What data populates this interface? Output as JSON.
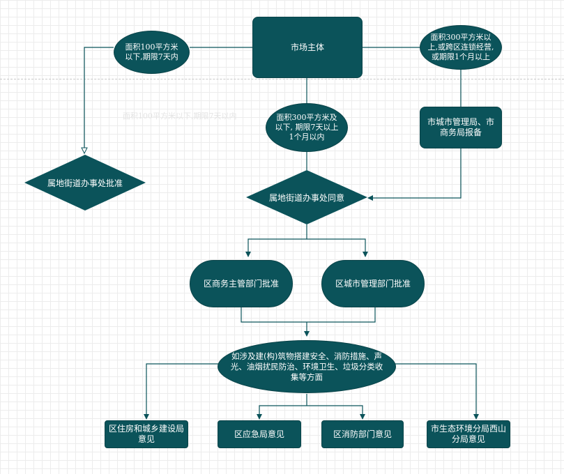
{
  "nodes": {
    "market_entity": "市场主体",
    "small_area": "面积100平方米以下,期限7天内",
    "large_area": "面积300平方米以上,或跨区连锁经营,或期限1个月以上",
    "mid_area": "面积300平方米及以下, 期限7天以上1个月以内",
    "city_report": "市城市管理局、市商务局报备",
    "street_approve": "属地街道办事处批准",
    "street_agree": "属地街道办事处同意",
    "commerce_dept": "区商务主管部门批准",
    "urban_dept": "区城市管理部门批准",
    "aspects": "如涉及建(构)筑物搭建安全、消防措施、声光、油烟扰民防治、环境卫生、垃圾分类收集等方面",
    "housing_bureau": "区住房和城乡建设局意见",
    "emergency_bureau": "区应急局意见",
    "fire_dept": "区消防部门意见",
    "eco_bureau": "市生态环境分局西山分局意见"
  },
  "ghost_text": "面积100平方米以下,期限7天以内",
  "colors": {
    "node_fill": "#0b535a",
    "connector": "#0b535a",
    "node_text": "#ffffff"
  }
}
